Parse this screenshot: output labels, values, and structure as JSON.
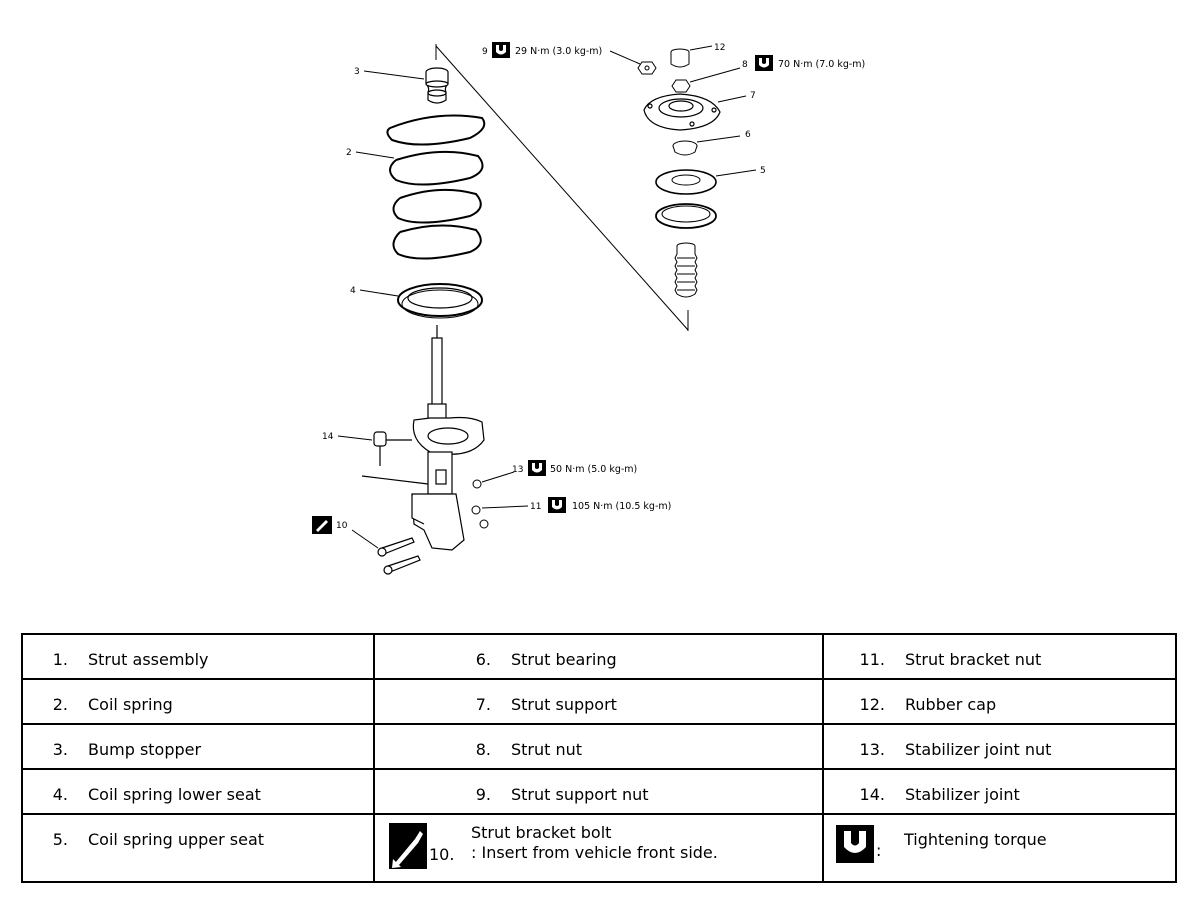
{
  "diagram": {
    "callouts": {
      "c1": "3",
      "c2": "2",
      "c3": "4",
      "c4": "14",
      "c5": "10",
      "c6": "9",
      "c7": "12",
      "c8": "8",
      "c9": "7",
      "c10": "6",
      "c11": "5",
      "c12": "13",
      "c13": "11"
    },
    "torques": {
      "t9": "29 N·m (3.0 kg-m)",
      "t8": "70 N·m (7.0 kg-m)",
      "t13": "50 N·m (5.0 kg-m)",
      "t11": "105 N·m (10.5 kg-m)"
    }
  },
  "legend": {
    "rows": [
      [
        {
          "num": "1.",
          "text": "Strut assembly"
        },
        {
          "num": "6.",
          "text": "Strut bearing"
        },
        {
          "num": "11.",
          "text": "Strut bracket nut"
        }
      ],
      [
        {
          "num": "2.",
          "text": "Coil spring"
        },
        {
          "num": "7.",
          "text": "Strut support"
        },
        {
          "num": "12.",
          "text": "Rubber cap"
        }
      ],
      [
        {
          "num": "3.",
          "text": "Bump stopper"
        },
        {
          "num": "8.",
          "text": "Strut nut"
        },
        {
          "num": "13.",
          "text": "Stabilizer joint nut"
        }
      ],
      [
        {
          "num": "4.",
          "text": "Coil spring lower seat"
        },
        {
          "num": "9.",
          "text": "Strut support nut"
        },
        {
          "num": "14.",
          "text": "Stabilizer joint"
        }
      ]
    ],
    "row5": {
      "c1": {
        "num": "5.",
        "text": "Coil spring upper seat"
      },
      "c2": {
        "num": "10.",
        "line1": "Strut bracket bolt",
        "line2": ": Insert from vehicle front side.",
        "icon": "bolt-direction-icon"
      },
      "c3": {
        "colon": ":",
        "text": "Tightening torque",
        "icon": "torque-wrench-icon"
      }
    }
  }
}
